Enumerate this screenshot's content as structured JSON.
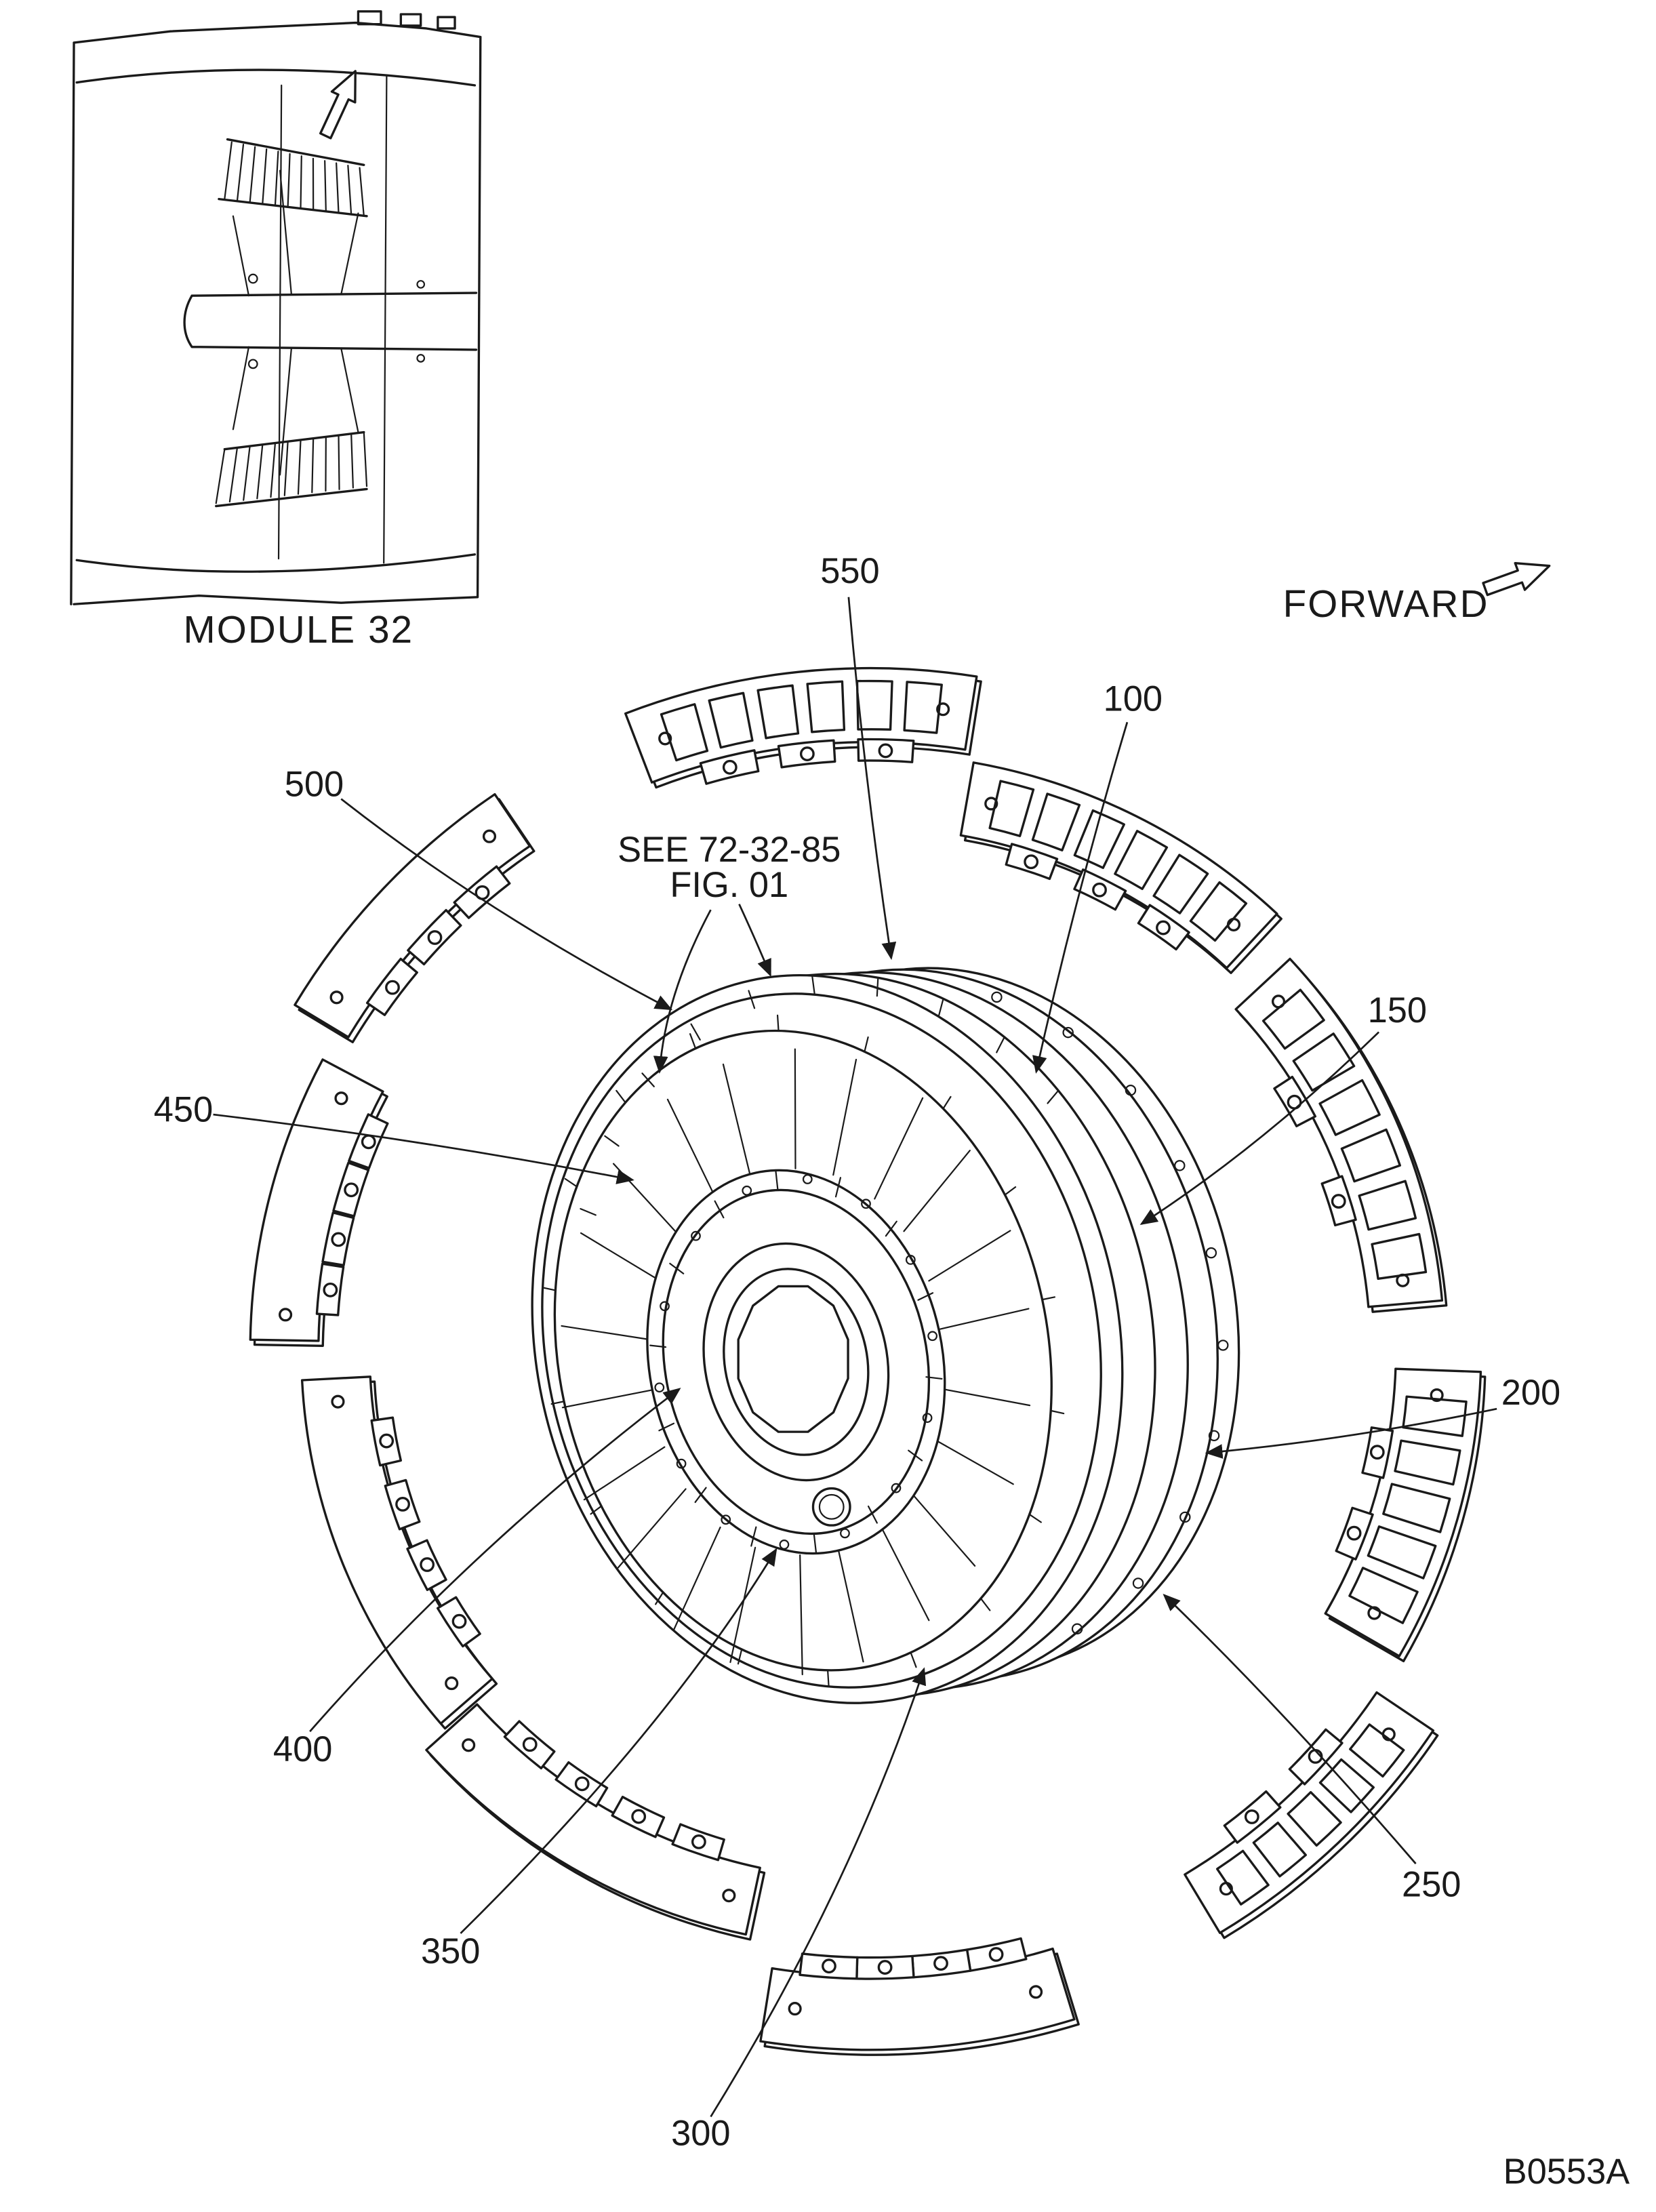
{
  "diagram": {
    "module_label": "MODULE 32",
    "forward_label": "FORWARD",
    "reference": {
      "line1": "SEE  72-32-85",
      "line2": "FIG. 01"
    },
    "drawing_code": "B0553A",
    "callouts": [
      {
        "id": "item-550",
        "label": "550"
      },
      {
        "id": "item-100",
        "label": "100"
      },
      {
        "id": "item-150",
        "label": "150"
      },
      {
        "id": "item-200",
        "label": "200"
      },
      {
        "id": "item-250",
        "label": "250"
      },
      {
        "id": "item-300",
        "label": "300"
      },
      {
        "id": "item-350",
        "label": "350"
      },
      {
        "id": "item-400",
        "label": "400"
      },
      {
        "id": "item-450",
        "label": "450"
      },
      {
        "id": "item-500",
        "label": "500"
      }
    ],
    "colors": {
      "ink": "#1a1a1a",
      "paper": "#ffffff"
    }
  }
}
